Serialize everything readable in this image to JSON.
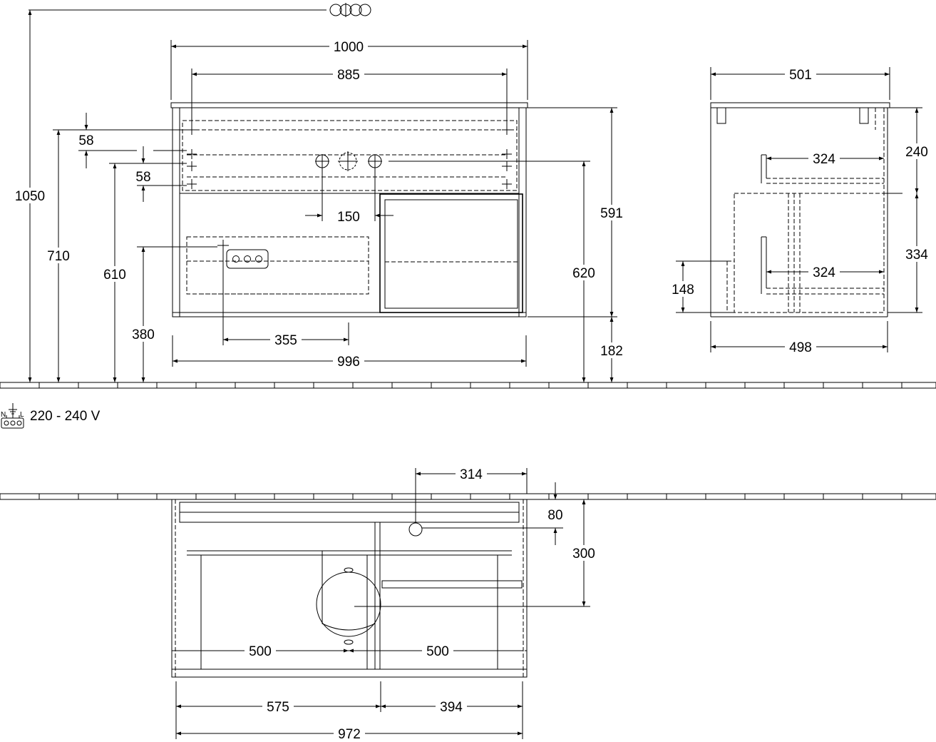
{
  "front": {
    "width_top": "1000",
    "width_inner": "885",
    "height_total": "1050",
    "height_710": "710",
    "height_610": "610",
    "height_380": "380",
    "gap_58_a": "58",
    "gap_58_b": "58",
    "spacing_150": "150",
    "offset_355": "355",
    "width_996": "996",
    "height_591": "591",
    "height_620": "620",
    "height_182": "182"
  },
  "side": {
    "depth_top": "501",
    "depth_bottom": "498",
    "shelf_upper": "324",
    "shelf_lower": "324",
    "height_240": "240",
    "height_334": "334",
    "height_148": "148"
  },
  "electrical": {
    "icon_letters": [
      "N",
      "L"
    ],
    "voltage": "220 - 240 V"
  },
  "plan": {
    "offset_314": "314",
    "depth_80": "80",
    "depth_300": "300",
    "drawer_left": "500",
    "drawer_right": "500",
    "width_575": "575",
    "width_394": "394",
    "width_972": "972"
  }
}
